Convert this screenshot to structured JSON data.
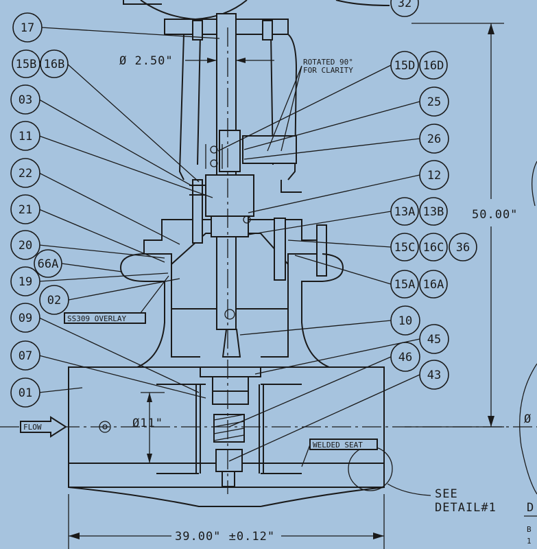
{
  "colors": {
    "background": "#a6c3de",
    "ink": "#1a1a1a"
  },
  "callouts_left": [
    "17",
    "15B",
    "16B",
    "03",
    "11",
    "22",
    "21",
    "20",
    "66A",
    "19",
    "02",
    "09",
    "07",
    "01"
  ],
  "callouts_right": [
    "32",
    "15D",
    "16D",
    "25",
    "26",
    "12",
    "13A",
    "13B",
    "15C",
    "16C",
    "36",
    "15A",
    "16A",
    "10",
    "45",
    "46",
    "43"
  ],
  "dimensions": {
    "stem_dia": "Ø 2.50\"",
    "bore_dia": "Ø11\"",
    "height": "50.00\"",
    "length": "39.00\" ±0.12\"",
    "edge_dia": "Ø"
  },
  "notes": {
    "rotated_line1": "ROTATED  90°",
    "rotated_line2": "FOR CLARITY",
    "overlay": "SS309 OVERLAY",
    "welded_seat": "WELDED SEAT",
    "flow": "FLOW",
    "see_line1": "SEE",
    "see_line2": "DETAIL#1",
    "corner_d": "D",
    "corner_b": "B",
    "corner_1": "1"
  }
}
